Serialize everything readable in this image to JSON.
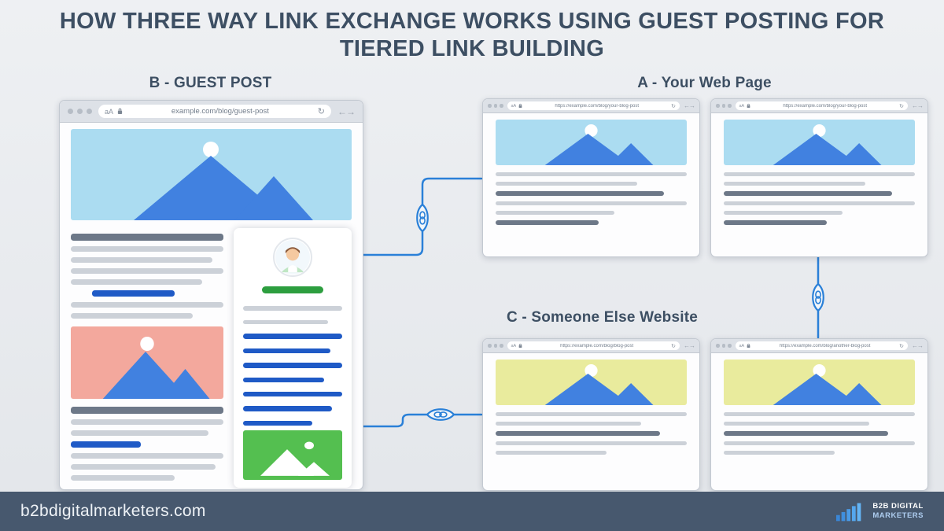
{
  "title": {
    "line1": "HOW THREE WAY LINK EXCHANGE WORKS USING GUEST POSTING FOR",
    "line2": "TIERED LINK BUILDING"
  },
  "labels": {
    "b": "B - GUEST POST",
    "a": "A - Your Web Page",
    "c": "C - Someone Else Website"
  },
  "browser_chrome": {
    "reader_label": "aA",
    "refresh_glyph": "↻",
    "nav_arrows": "←→"
  },
  "browsers": {
    "guest_post": {
      "url": "example.com/blog/guest-post"
    },
    "your_page_left": {
      "url": "https://example.com/blog/your-blog-post"
    },
    "your_page_right": {
      "url": "https://example.com/blog/your-blog-post"
    },
    "someone_else_left": {
      "url": "https://example.com/blog/blog-post"
    },
    "someone_else_right": {
      "url": "https://example.com/blog/another-blog-post"
    }
  },
  "footer": {
    "website": "b2bdigitalmarketers.com",
    "brand_line1": "B2B DIGITAL",
    "brand_line2": "MARKETERS"
  },
  "colors": {
    "title_text": "#3d4f63",
    "accent_blue": "#2a80d8",
    "link_blue": "#1f5ac6",
    "hero_blue": "#abdcf1",
    "image_red": "#f3a89d",
    "image_yellow": "#e9eb9d",
    "image_green": "#54bf50",
    "button_green": "#2d9e3f",
    "footer_bg": "#47586e"
  }
}
